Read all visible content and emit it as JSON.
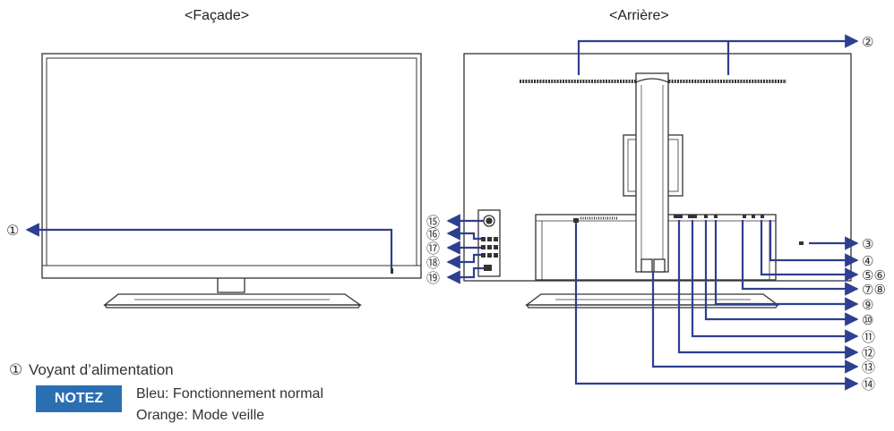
{
  "headers": {
    "front": "<Façade>",
    "back": "<Arrière>"
  },
  "callouts": [
    "①",
    "②",
    "③",
    "④",
    "⑤⑥",
    "⑦⑧",
    "⑨",
    "⑩",
    "⑪",
    "⑫",
    "⑬",
    "⑭",
    "⑮",
    "⑯",
    "⑰",
    "⑱",
    "⑲"
  ],
  "legend": {
    "item1_num": "①",
    "item1_text": "Voyant d’alimentation",
    "note_badge": "NOTEZ",
    "note_line1": "Bleu: Fonctionnement normal",
    "note_line2": "Orange: Mode veille"
  },
  "colors": {
    "leader": "#2d3f8f",
    "line": "#333333",
    "badge": "#2b6fb3",
    "screen_fill": "#ffffff"
  }
}
